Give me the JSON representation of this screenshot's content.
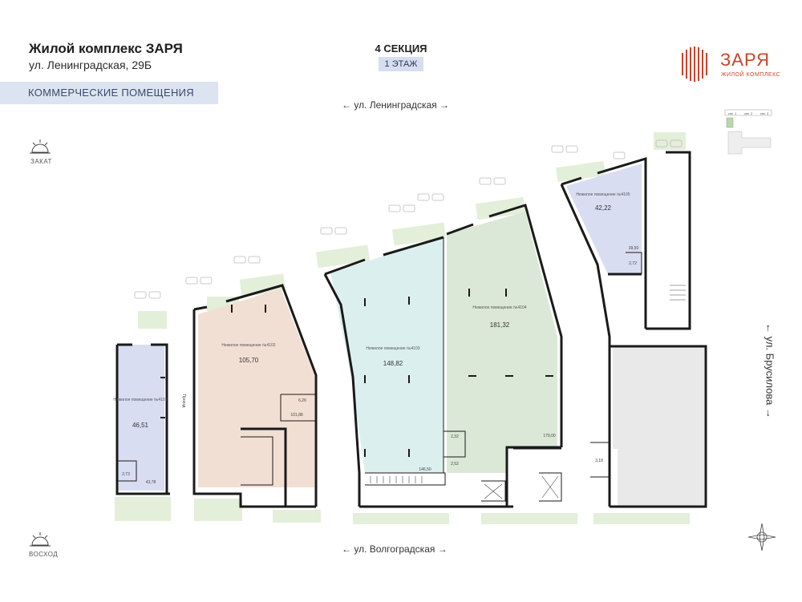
{
  "header": {
    "title": "Жилой комплекс ЗАРЯ",
    "address": "ул. Ленинградская, 29Б",
    "category": "КОММЕРЧЕСКИЕ ПОМЕЩЕНИЯ",
    "section": "4 СЕКЦИЯ",
    "floor": "1 ЭТАЖ"
  },
  "logo": {
    "name": "ЗАРЯ",
    "subtitle": "ЖИЛОЙ КОМПЛЕКС",
    "color": "#c8442b"
  },
  "streets": {
    "top": "ул. Ленинградская",
    "bottom": "ул. Волгоградская",
    "right": "ул. Брусилова",
    "passage": "Проезд"
  },
  "compass": {
    "west": "ЗАКАТ",
    "east": "ВОСХОД"
  },
  "key_plan": {
    "labels": [
      "сек. 1",
      "сек. 2",
      "сек. 3"
    ]
  },
  "rooms": [
    {
      "id": "r4101",
      "label": "Нежилое помещение №4101",
      "area": "46,51",
      "sub_areas": [
        "2,73",
        "43,78"
      ],
      "color": "#d8ddf1"
    },
    {
      "id": "r4102",
      "label": "Нежилое помещение №4102",
      "area": "105,70",
      "sub_areas": [
        "6,26",
        "101,88"
      ],
      "color": "#f2dfd3"
    },
    {
      "id": "r4103",
      "label": "Нежилое помещение №4103",
      "area": "148,82",
      "sub_areas": [
        "146,50",
        "2,32"
      ],
      "color": "#dcefef"
    },
    {
      "id": "r4104",
      "label": "Нежилое помещение №4104",
      "area": "181,32",
      "sub_areas": [
        "2,52",
        "179,00"
      ],
      "color": "#dbe8d7"
    },
    {
      "id": "r4105",
      "label": "Нежилое помещение №4105",
      "area": "42,22",
      "sub_areas": [
        "39,50",
        "2,72"
      ],
      "color": "#d8ddf1"
    }
  ],
  "misc_labels": {
    "aux_room": "3,18"
  },
  "colors": {
    "wall": "#1a1a1a",
    "greenery": "#e3efd9",
    "grey_zone": "#e9e9e9"
  }
}
